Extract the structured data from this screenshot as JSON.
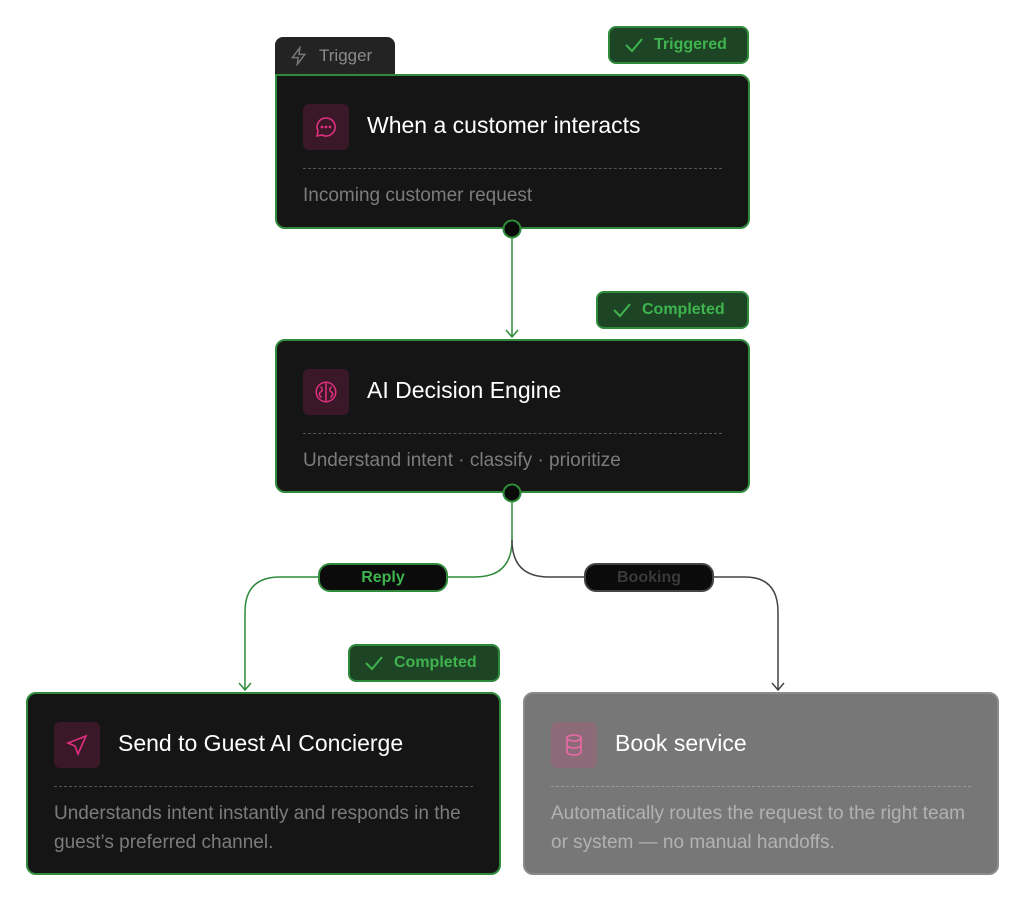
{
  "trigger": {
    "tab_label": "Trigger",
    "status": "Triggered",
    "title": "When a customer interacts",
    "description": "Incoming customer request"
  },
  "engine": {
    "status": "Completed",
    "title": "AI Decision Engine",
    "description": "Understand intent · classify · prioritize"
  },
  "branches": {
    "reply_label": "Reply",
    "booking_label": "Booking"
  },
  "concierge": {
    "status": "Completed",
    "title": "Send to Guest AI Concierge",
    "description": "Understands intent instantly and responds in the guest’s preferred channel."
  },
  "booking": {
    "title": "Book service",
    "description": "Automatically routes the request to the right team or system — no manual handoffs."
  },
  "colors": {
    "accent": "#2f8a3c",
    "icon": "#e0307f"
  }
}
